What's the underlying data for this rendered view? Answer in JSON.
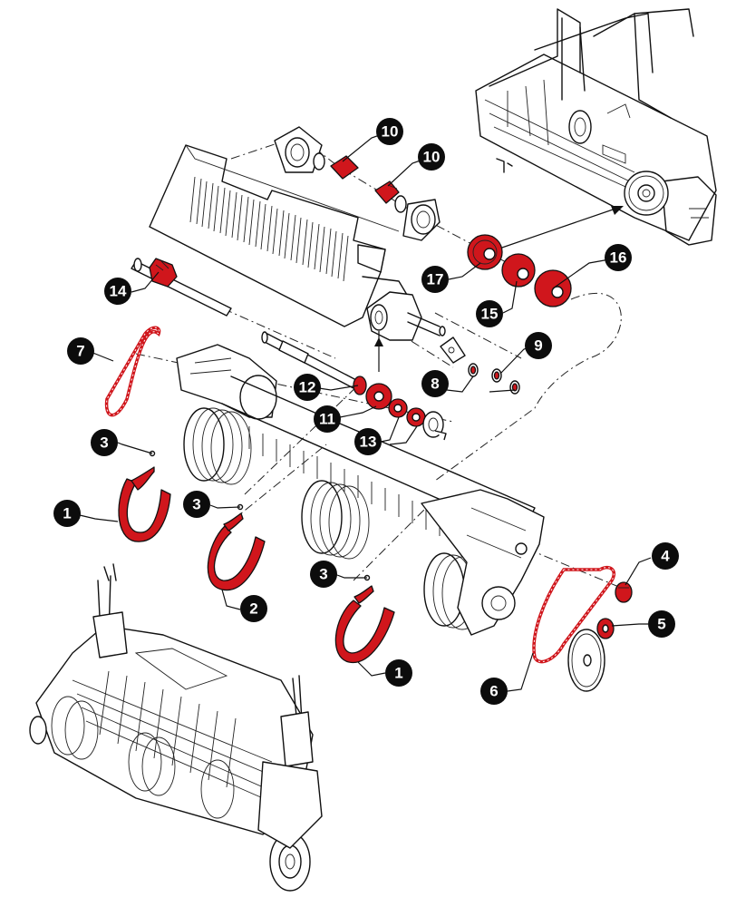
{
  "diagram": {
    "colors": {
      "highlight": "#d0161c",
      "line": "#111111",
      "callout": "#0c0c0c",
      "callout_text": "#ffffff",
      "background": "#ffffff"
    },
    "callouts": [
      {
        "id": "c10a",
        "label": "10"
      },
      {
        "id": "c10b",
        "label": "10"
      },
      {
        "id": "c16",
        "label": "16"
      },
      {
        "id": "c17",
        "label": "17"
      },
      {
        "id": "c15",
        "label": "15"
      },
      {
        "id": "c14",
        "label": "14"
      },
      {
        "id": "c7",
        "label": "7"
      },
      {
        "id": "c9",
        "label": "9"
      },
      {
        "id": "c8",
        "label": "8"
      },
      {
        "id": "c12",
        "label": "12"
      },
      {
        "id": "c11",
        "label": "11"
      },
      {
        "id": "c13",
        "label": "13"
      },
      {
        "id": "c3a",
        "label": "3"
      },
      {
        "id": "c1a",
        "label": "1"
      },
      {
        "id": "c3b",
        "label": "3"
      },
      {
        "id": "c2",
        "label": "2"
      },
      {
        "id": "c3c",
        "label": "3"
      },
      {
        "id": "c1b",
        "label": "1"
      },
      {
        "id": "c4",
        "label": "4"
      },
      {
        "id": "c5",
        "label": "5"
      },
      {
        "id": "c6",
        "label": "6"
      }
    ]
  }
}
